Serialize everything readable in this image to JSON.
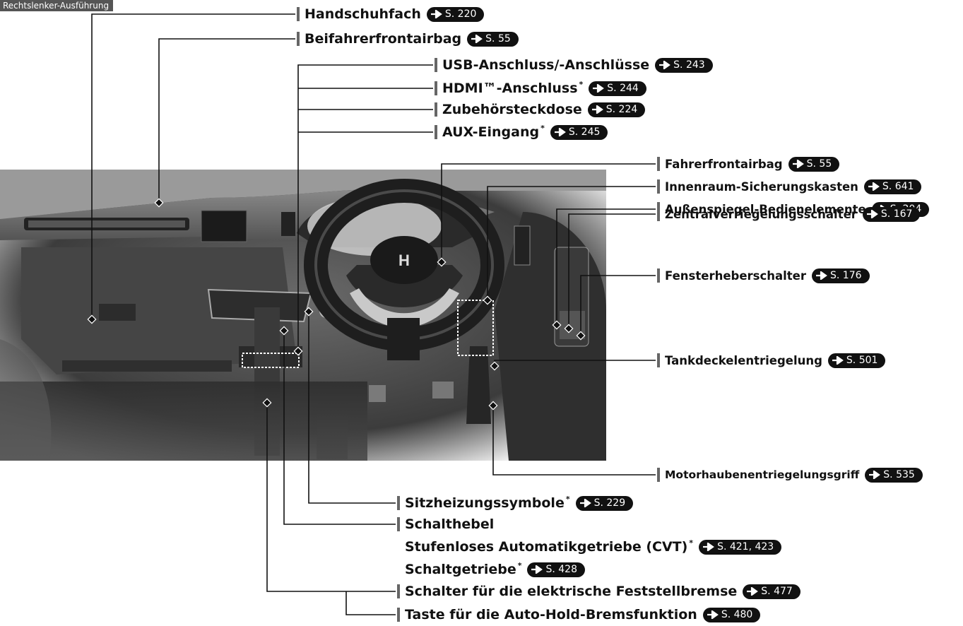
{
  "header_tag": "Rechtslenker-Ausführung",
  "labels": {
    "glovebox": {
      "text": "Handschuhfach",
      "page": "S. 220"
    },
    "passenger_airbag": {
      "text": "Beifahrerfrontairbag",
      "page": "S. 55"
    },
    "usb": {
      "text": "USB-Anschluss/-Anschlüsse",
      "page": "S. 243"
    },
    "hdmi": {
      "text": "HDMI™-Anschluss",
      "star": "*",
      "page": "S. 244"
    },
    "accessory_socket": {
      "text": "Zubehörsteckdose",
      "page": "S. 224"
    },
    "aux": {
      "text": "AUX-Eingang",
      "star": "*",
      "page": "S. 245"
    },
    "driver_airbag": {
      "text": "Fahrerfrontairbag",
      "page": "S. 55"
    },
    "fuse_box": {
      "text": "Innenraum-Sicherungskasten",
      "page": "S. 641"
    },
    "mirror_controls": {
      "text": "Außenspiegel-Bedienelemente",
      "page": "S. 204"
    },
    "central_lock": {
      "text": "Zentralverriegelungsschalter",
      "page": "S. 167"
    },
    "window_switch": {
      "text": "Fensterheberschalter",
      "page": "S. 176"
    },
    "fuel_release": {
      "text": "Tankdeckelentriegelung",
      "page": "S. 501"
    },
    "hood_release": {
      "text": "Motorhaubenentriegelungsgriff",
      "page": "S. 535"
    },
    "seat_heating": {
      "text": "Sitzheizungssymbole",
      "star": "*",
      "page": "S. 229"
    },
    "shift_lever": {
      "text": "Schalthebel"
    },
    "cvt": {
      "text": "Stufenloses Automatikgetriebe (CVT)",
      "star": "*",
      "page": "S. 421, 423"
    },
    "manual": {
      "text": "Schaltgetriebe",
      "star": "*",
      "page": "S. 428"
    },
    "parking_brake": {
      "text": "Schalter für die elektrische Feststellbremse",
      "page": "S. 477"
    },
    "auto_hold": {
      "text": "Taste für die Auto-Hold-Bremsfunktion",
      "page": "S. 480"
    }
  },
  "colors": {
    "ref_badge": "#111111",
    "leader": "#111111",
    "interior": "#3a3a3a"
  },
  "photo_subject": "Honda dashboard interior, right-hand drive"
}
